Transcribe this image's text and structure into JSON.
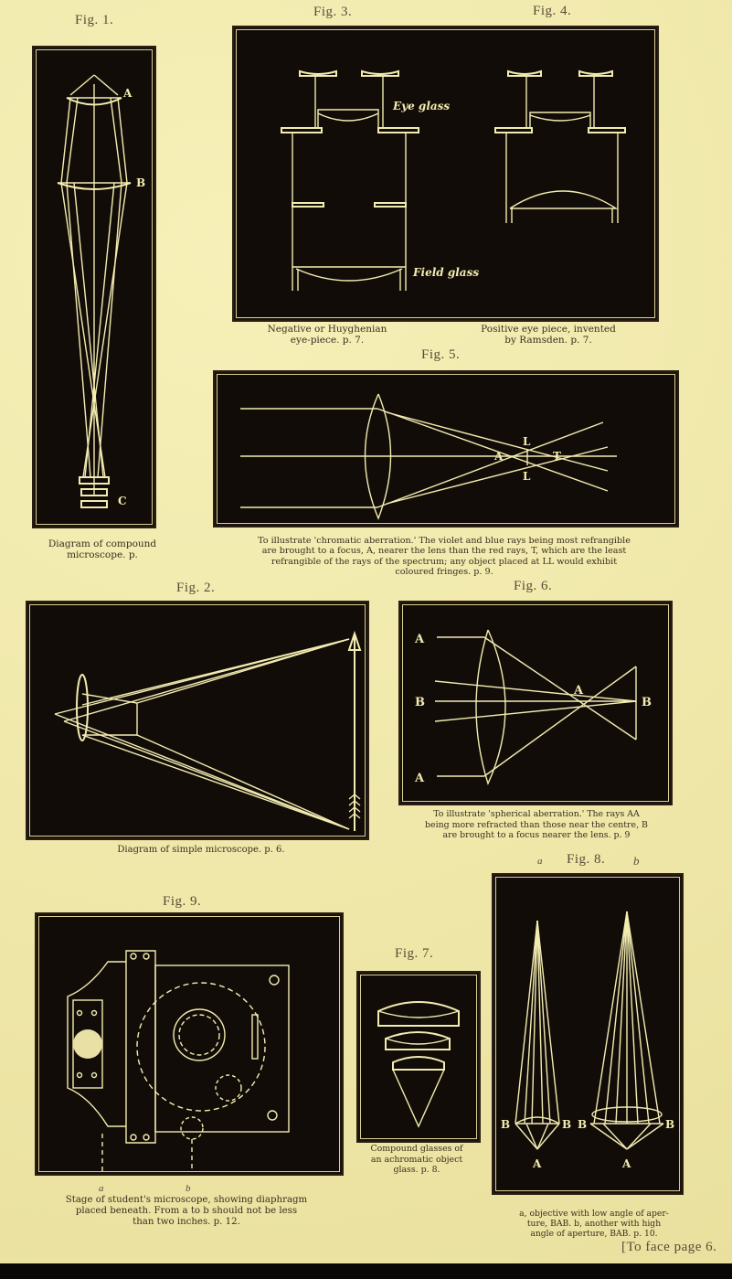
{
  "page": {
    "footer": "[To face page 6."
  },
  "figures": {
    "fig1": {
      "label": "Fig. 1.",
      "markers": [
        "A",
        "B",
        "C"
      ],
      "caption_line1": "Diagram of compound",
      "caption_line2": "microscope.  p."
    },
    "fig3": {
      "label": "Fig. 3."
    },
    "fig4": {
      "label": "Fig. 4."
    },
    "fig3_4_panel": {
      "eye_glass": "Eye glass",
      "field_glass": "Field glass",
      "left_caption_line1": "Negative or Huyghenian",
      "left_caption_line2": "eye-piece.  p. 7.",
      "right_caption_line1": "Positive eye piece, invented",
      "right_caption_line2": "by Ramsden.  p. 7."
    },
    "fig5": {
      "label": "Fig. 5.",
      "markers": [
        "A",
        "L",
        "L",
        "T"
      ],
      "caption_line1": "To illustrate 'chromatic aberration.'  The violet and blue rays being most refrangible",
      "caption_line2": "are brought to a focus, A, nearer the lens than the red rays, T, which are the least",
      "caption_line3": "refrangible of the rays of the spectrum; any object placed at LL would exhibit",
      "caption_line4": "coloured fringes.  p. 9."
    },
    "fig2": {
      "label": "Fig. 2.",
      "caption": "Diagram of simple microscope.  p. 6."
    },
    "fig6": {
      "label": "Fig. 6.",
      "markers": [
        "A",
        "B",
        "A",
        "A",
        "B"
      ],
      "caption_line1": "To illustrate 'spherical aberration.'  The rays AA",
      "caption_line2": "being more refracted than those near the centre, B",
      "caption_line3": "are brought to a focus nearer the lens.  p. 9"
    },
    "fig7": {
      "label": "Fig. 7.",
      "caption_line1": "Compound glasses of",
      "caption_line2": "an achromatic object",
      "caption_line3": "glass.  p. 8."
    },
    "fig8": {
      "label": "Fig. 8.",
      "label_a": "a",
      "label_b": "b",
      "markers": [
        "B",
        "B",
        "B",
        "B",
        "A",
        "A"
      ],
      "caption_line1": "a, objective with low angle of aper-",
      "caption_line2": "ture, BAB.  b, another with high",
      "caption_line3": "angle of aperture, BAB.  p. 10."
    },
    "fig9": {
      "label": "Fig. 9.",
      "label_a": "a",
      "label_b": "b",
      "caption_line1": "Stage of student's microscope, showing diaphragm",
      "caption_line2": "placed beneath.  From a to b should not be less",
      "caption_line3": "than two inches.  p. 12."
    }
  }
}
